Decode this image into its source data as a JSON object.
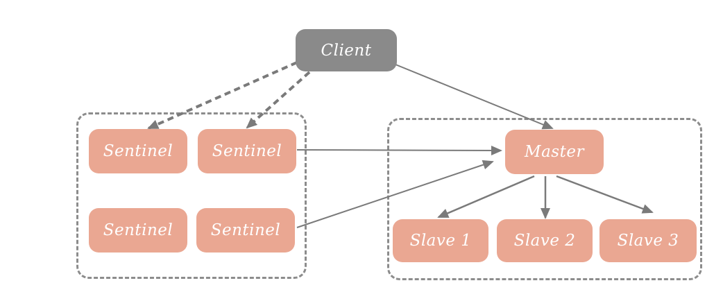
{
  "nodes": {
    "client": "Client",
    "sentinels": [
      "Sentinel",
      "Sentinel",
      "Sentinel",
      "Sentinel"
    ],
    "master": "Master",
    "slaves": [
      "Slave 1",
      "Slave 2",
      "Slave 3"
    ]
  },
  "colors": {
    "client_fill": "#8a8a8a",
    "node_fill": "#eaa792",
    "node_text": "#ffffff",
    "edge": "#7a7a7a",
    "group_border": "#8c8c8c"
  },
  "edges": [
    {
      "from": "client",
      "to": "sentinel-1",
      "style": "dashed"
    },
    {
      "from": "client",
      "to": "sentinel-2",
      "style": "dashed"
    },
    {
      "from": "client",
      "to": "master",
      "style": "solid"
    },
    {
      "from": "sentinel-2",
      "to": "master",
      "style": "solid"
    },
    {
      "from": "sentinel-4",
      "to": "master",
      "style": "solid"
    },
    {
      "from": "master",
      "to": "slave-1",
      "style": "solid"
    },
    {
      "from": "master",
      "to": "slave-2",
      "style": "solid"
    },
    {
      "from": "master",
      "to": "slave-3",
      "style": "solid"
    }
  ]
}
